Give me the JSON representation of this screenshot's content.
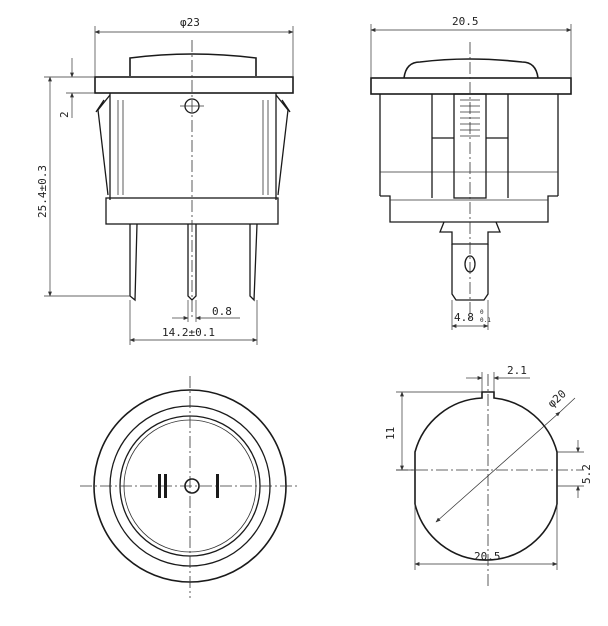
{
  "front_view": {
    "diameter_label": "φ23",
    "height_label": "25.4±0.3",
    "step_label": "2",
    "pin_width_label": "0.8",
    "pin_pitch_label": "14.2±0.1"
  },
  "side_view": {
    "width_label": "20.5",
    "terminal_width_label": "4.8",
    "terminal_tolerance_upper": "0",
    "terminal_tolerance_lower": "0.1"
  },
  "top_view": {
    "rocker_symbols": "II ○ I"
  },
  "panel_cutout": {
    "slot_width_label": "2.1",
    "diameter_label": "φ20",
    "height_label": "11",
    "flat_label": "5.2",
    "width_label": "20.5"
  }
}
